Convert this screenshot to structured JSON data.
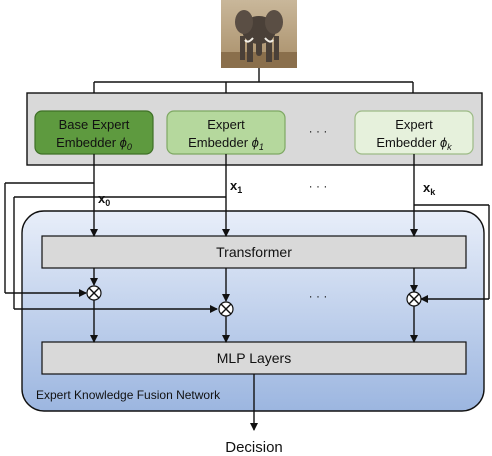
{
  "experts": [
    {
      "line1": "Base Expert",
      "line2": "Embedder",
      "symbol": "ϕ",
      "sub": "0",
      "fill": "#5e9a3f",
      "stroke": "#3e7026"
    },
    {
      "line1": "Expert",
      "line2": "Embedder",
      "symbol": "ϕ",
      "sub": "1",
      "fill": "#b5d89d",
      "stroke": "#7ea863"
    },
    {
      "line1": "Expert",
      "line2": "Embedder",
      "symbol": "ϕ",
      "sub": "k",
      "fill": "#e6f1dc",
      "stroke": "#9dbb86"
    }
  ],
  "outputs": [
    {
      "sym": "x",
      "sub": "0"
    },
    {
      "sym": "x",
      "sub": "1"
    },
    {
      "sym": "x",
      "sub": "k"
    }
  ],
  "ellipsis": "· · ·",
  "transformer_label": "Transformer",
  "mlp_label": "MLP Layers",
  "network_label": "Expert Knowledge Fusion Network",
  "decision_label": "Decision",
  "colors": {
    "outer_panel": "#d9d9d9",
    "network_top": "#e8eef9",
    "network_bottom": "#9cb6e0",
    "network_border": "#111111",
    "block_fill": "#d9d9d9",
    "input_photo": "elephant"
  }
}
